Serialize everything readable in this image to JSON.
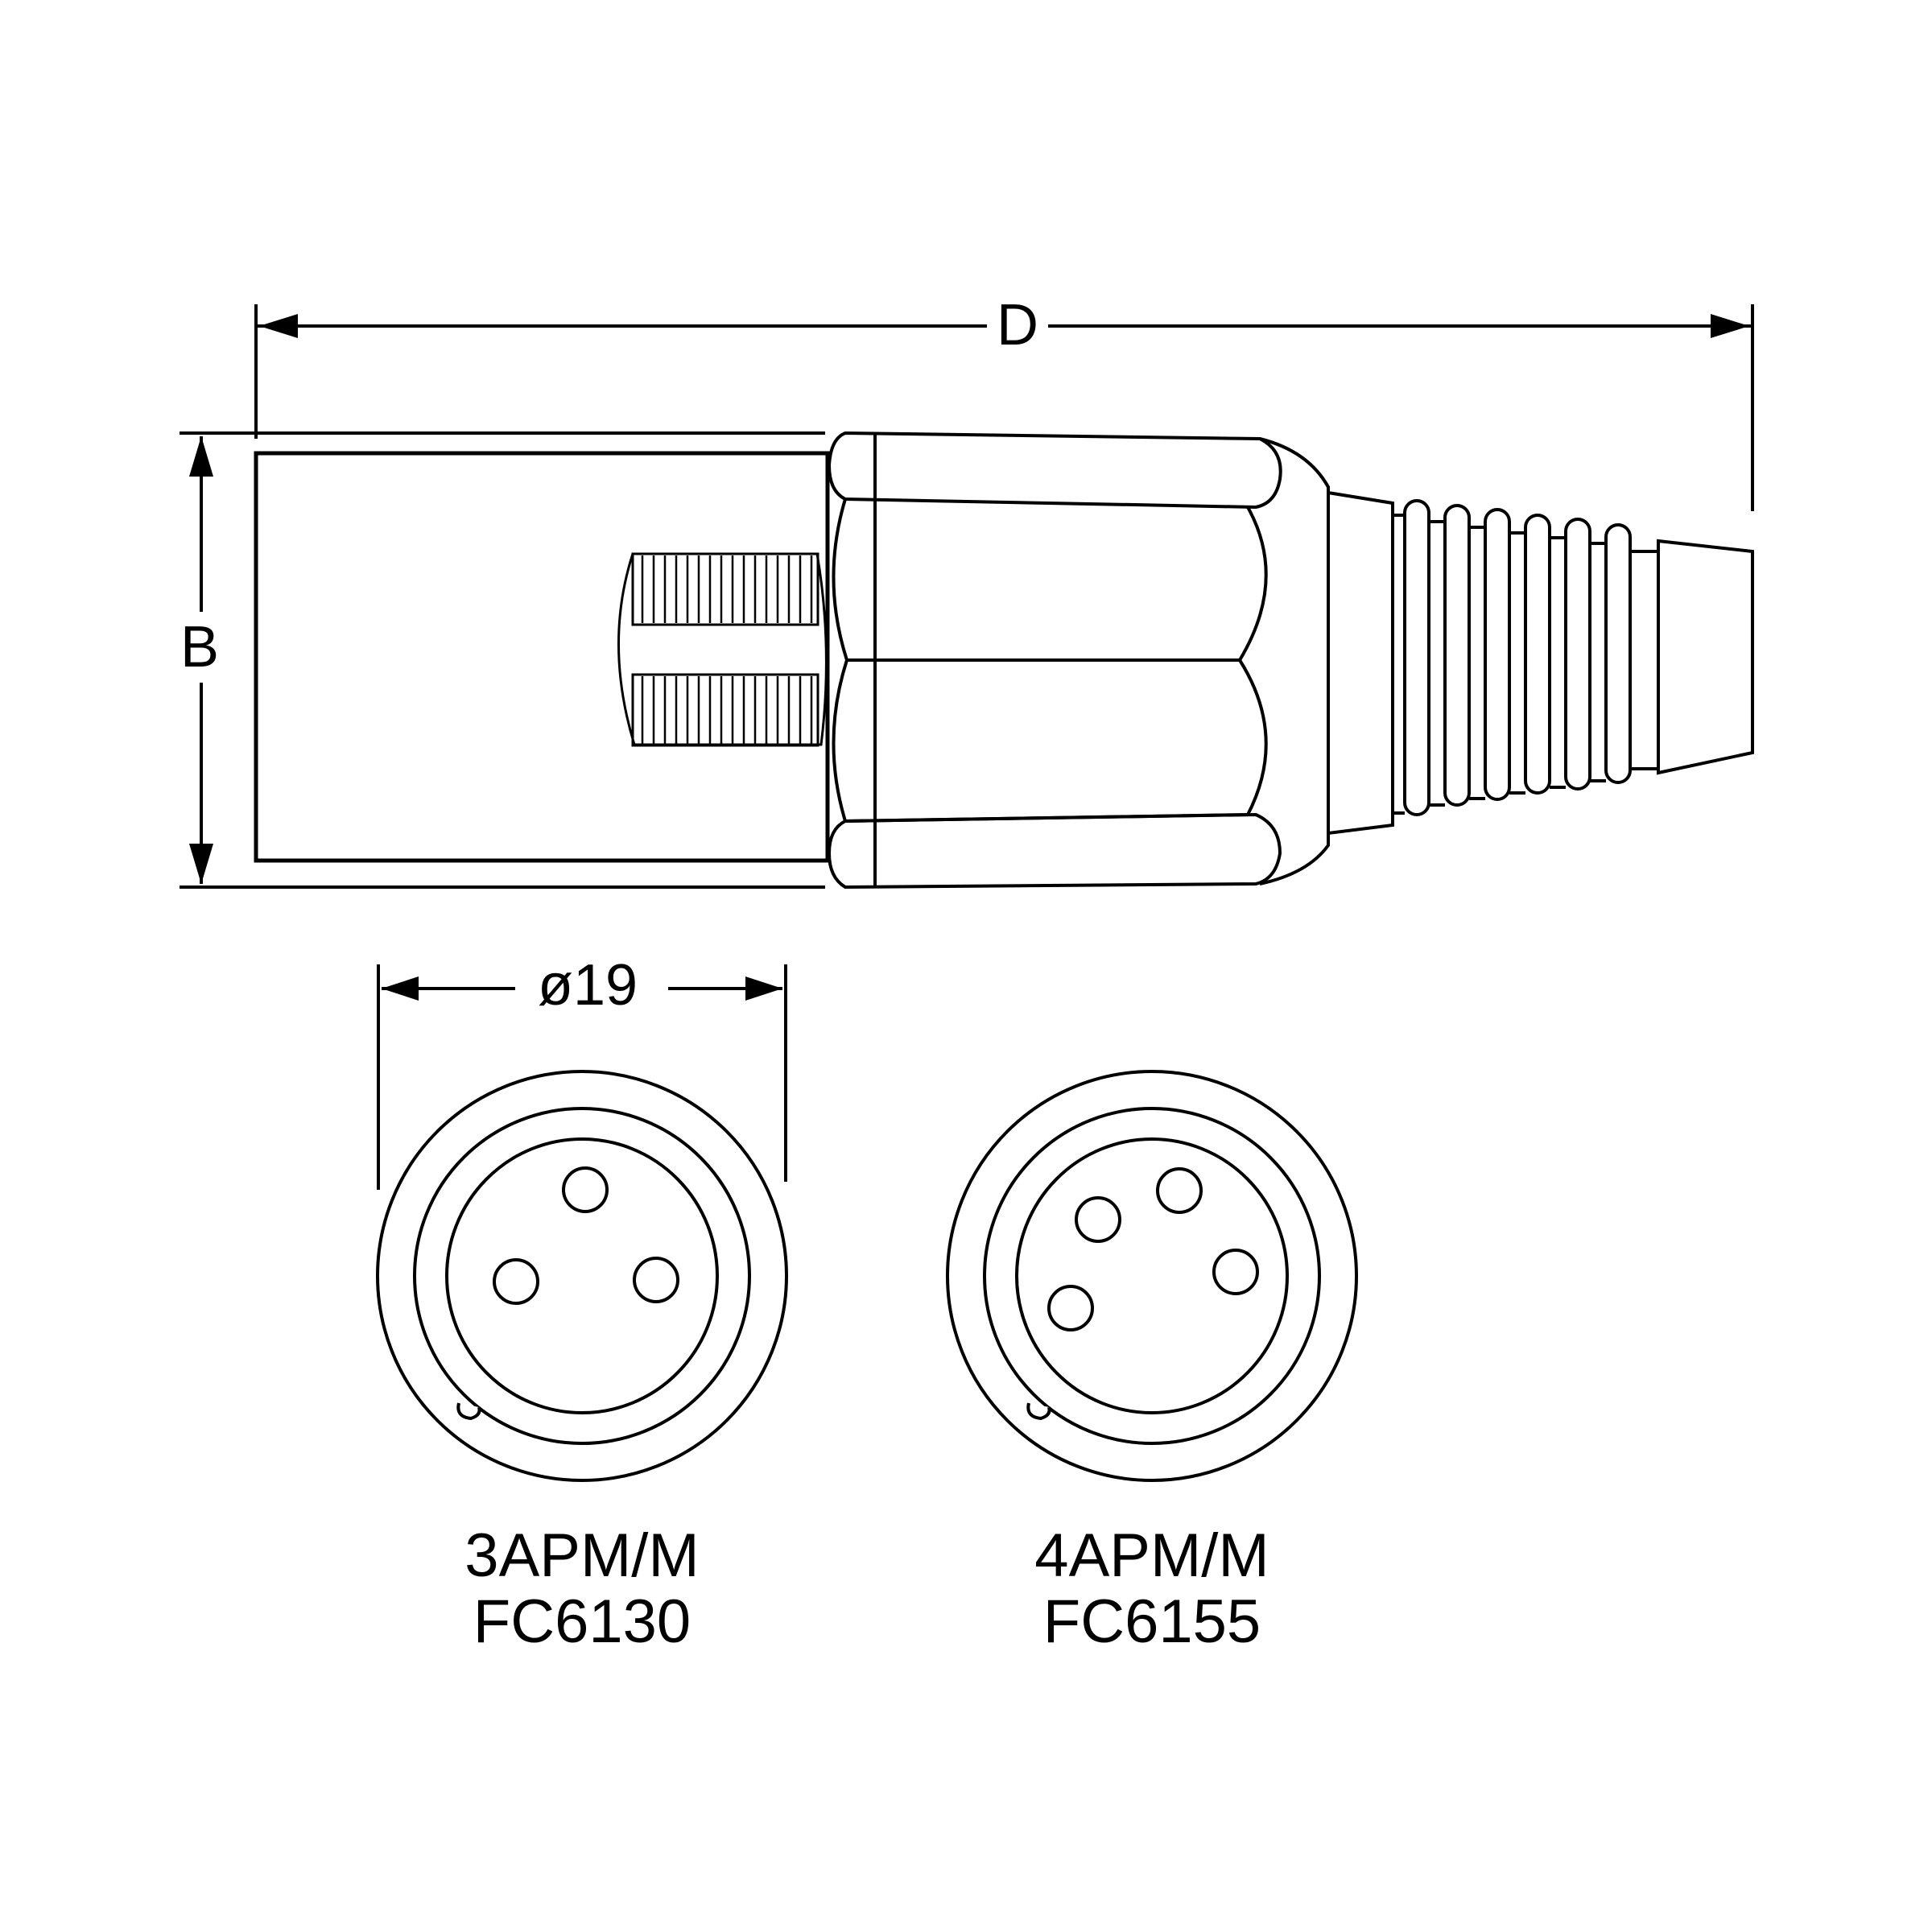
{
  "dimensions": {
    "overall_length_label": "D",
    "height_label": "B",
    "diameter_label": "ø19"
  },
  "connectors": [
    {
      "model": "3APM/M",
      "part_number": "FC6130",
      "pin_count": 3
    },
    {
      "model": "4APM/M",
      "part_number": "FC6155",
      "pin_count": 4
    }
  ],
  "colors": {
    "line": "#000000",
    "background": "#ffffff"
  }
}
